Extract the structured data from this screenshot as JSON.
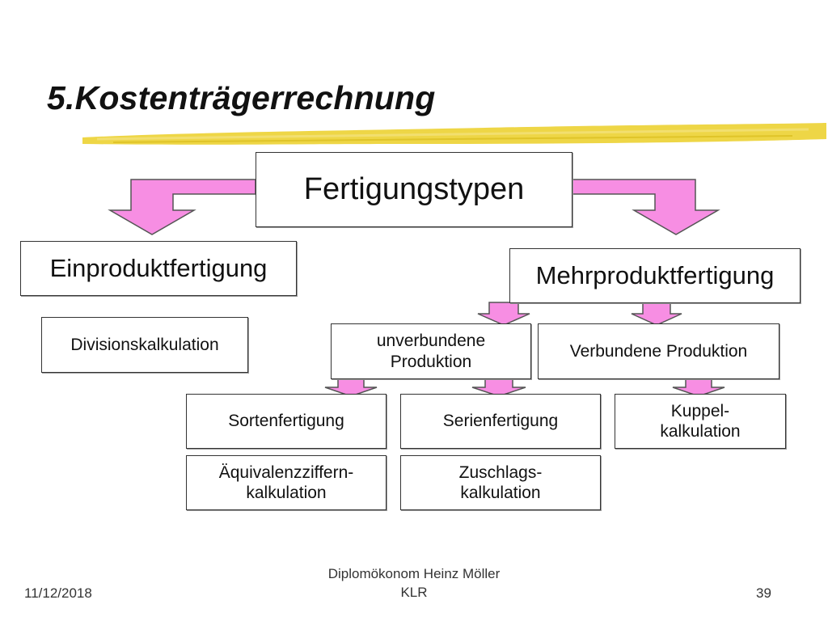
{
  "title": "5.Kostenträgerrechnung",
  "diagram": {
    "root": "Fertigungstypen",
    "single": "Einproduktfertigung",
    "multi": "Mehrproduktfertigung",
    "division": "Divisionskalkulation",
    "unconnected": "unverbundene\nProduktion",
    "connected": "Verbundene Produktion",
    "sorts": "Sortenfertigung",
    "series": "Serienfertigung",
    "joint": "Kuppel-\nkalkulation",
    "equivalence": "Äquivalenzziffern-\nkalkulation",
    "surcharge": "Zuschlags-\nkalkulation"
  },
  "footer": {
    "date": "11/12/2018",
    "author": "Diplomökonom Heinz Möller",
    "subject": "KLR",
    "page": "39"
  },
  "colors": {
    "arrow_fill": "#f78ee3",
    "highlighter": "#ecd232"
  }
}
